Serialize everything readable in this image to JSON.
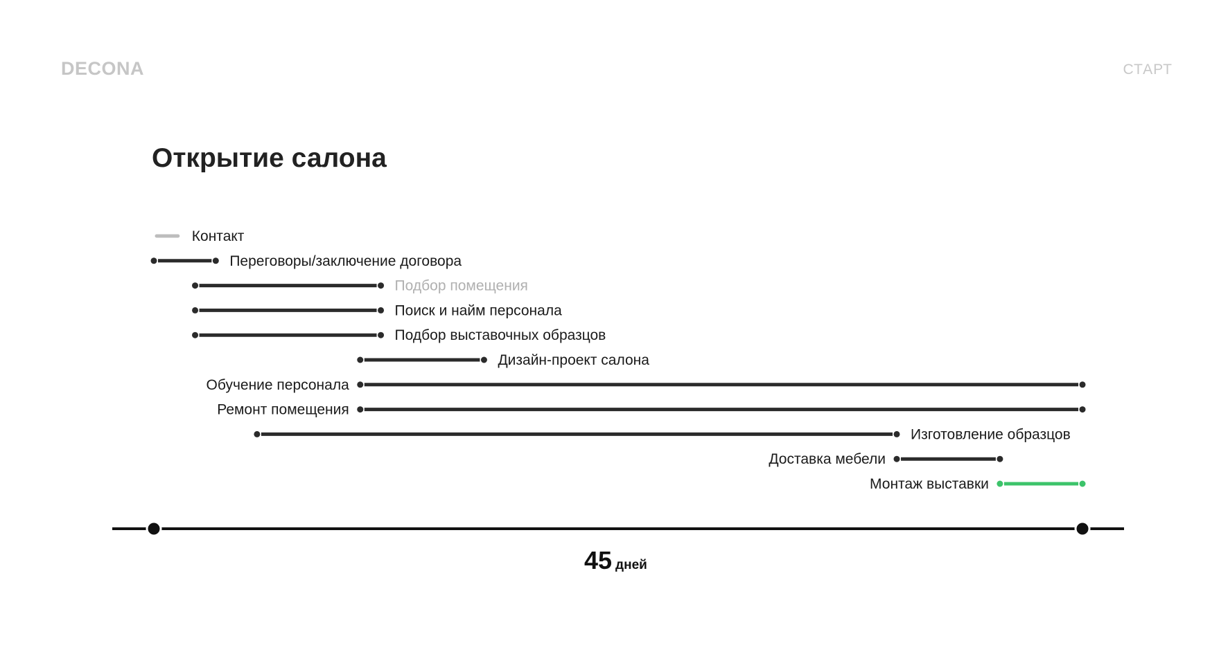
{
  "header": {
    "logo": "DECONA",
    "nav_start": "СТАРТ"
  },
  "page": {
    "title": "Открытие салона"
  },
  "colors": {
    "bar": "#2b2b2b",
    "label": "#1a1a1a",
    "muted_bar": "#bdbdbd",
    "muted_label": "#b0b0b0",
    "accent": "#3cc36a",
    "axis": "#111111"
  },
  "chart_data": {
    "type": "gantt",
    "x_range": [
      0,
      45
    ],
    "x_unit": "дней",
    "total_duration": {
      "value": "45",
      "unit": "дней"
    },
    "tasks": [
      {
        "name": "Контакт",
        "start": 0,
        "end": 0.9,
        "style": "muted",
        "label_side": "right"
      },
      {
        "name": "Переговоры/заключение договора",
        "start": 0,
        "end": 3,
        "style": "normal",
        "label_side": "right"
      },
      {
        "name": "Подбор помещения",
        "start": 2,
        "end": 11,
        "style": "muted_label",
        "label_side": "right"
      },
      {
        "name": "Поиск и найм персонала",
        "start": 2,
        "end": 11,
        "style": "normal",
        "label_side": "right"
      },
      {
        "name": "Подбор выставочных образцов",
        "start": 2,
        "end": 11,
        "style": "normal",
        "label_side": "right"
      },
      {
        "name": "Дизайн-проект салона",
        "start": 10,
        "end": 16,
        "style": "normal",
        "label_side": "right"
      },
      {
        "name": "Обучение персонала",
        "start": 10,
        "end": 45,
        "style": "normal",
        "label_side": "left"
      },
      {
        "name": "Ремонт помещения",
        "start": 10,
        "end": 45,
        "style": "normal",
        "label_side": "left"
      },
      {
        "name": "Изготовление образцов",
        "start": 5,
        "end": 36,
        "style": "normal",
        "label_side": "right"
      },
      {
        "name": "Доставка мебели",
        "start": 36,
        "end": 41,
        "style": "normal",
        "label_side": "left"
      },
      {
        "name": "Монтаж выставки",
        "start": 41,
        "end": 45,
        "style": "accent",
        "label_side": "left"
      }
    ]
  }
}
